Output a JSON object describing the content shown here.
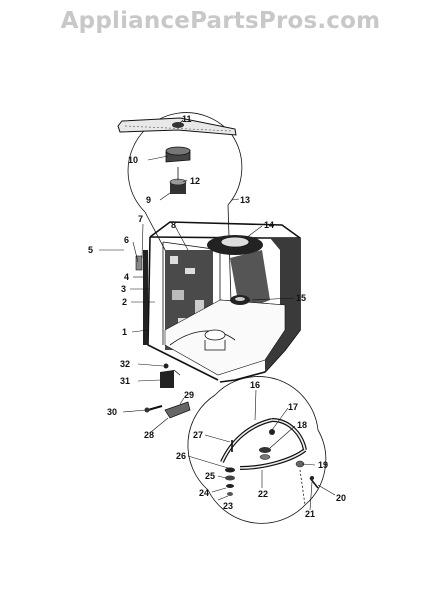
{
  "watermark": "AppliancePartsPros.com",
  "callouts": [
    {
      "id": "1",
      "label": "1"
    },
    {
      "id": "2",
      "label": "2"
    },
    {
      "id": "3",
      "label": "3"
    },
    {
      "id": "4",
      "label": "4"
    },
    {
      "id": "5",
      "label": "5"
    },
    {
      "id": "6",
      "label": "6"
    },
    {
      "id": "7",
      "label": "7"
    },
    {
      "id": "8",
      "label": "8"
    },
    {
      "id": "9",
      "label": "9"
    },
    {
      "id": "10",
      "label": "10"
    },
    {
      "id": "11",
      "label": "11"
    },
    {
      "id": "12",
      "label": "12"
    },
    {
      "id": "13",
      "label": "13"
    },
    {
      "id": "14",
      "label": "14"
    },
    {
      "id": "15",
      "label": "15"
    },
    {
      "id": "16",
      "label": "16"
    },
    {
      "id": "17",
      "label": "17"
    },
    {
      "id": "18",
      "label": "18"
    },
    {
      "id": "19",
      "label": "19"
    },
    {
      "id": "20",
      "label": "20"
    },
    {
      "id": "21",
      "label": "21"
    },
    {
      "id": "22",
      "label": "22"
    },
    {
      "id": "23",
      "label": "23"
    },
    {
      "id": "24",
      "label": "24"
    },
    {
      "id": "25",
      "label": "25"
    },
    {
      "id": "26",
      "label": "26"
    },
    {
      "id": "27",
      "label": "27"
    },
    {
      "id": "28",
      "label": "28"
    },
    {
      "id": "29",
      "label": "29"
    },
    {
      "id": "30",
      "label": "30"
    },
    {
      "id": "31",
      "label": "31"
    },
    {
      "id": "32",
      "label": "32"
    }
  ]
}
